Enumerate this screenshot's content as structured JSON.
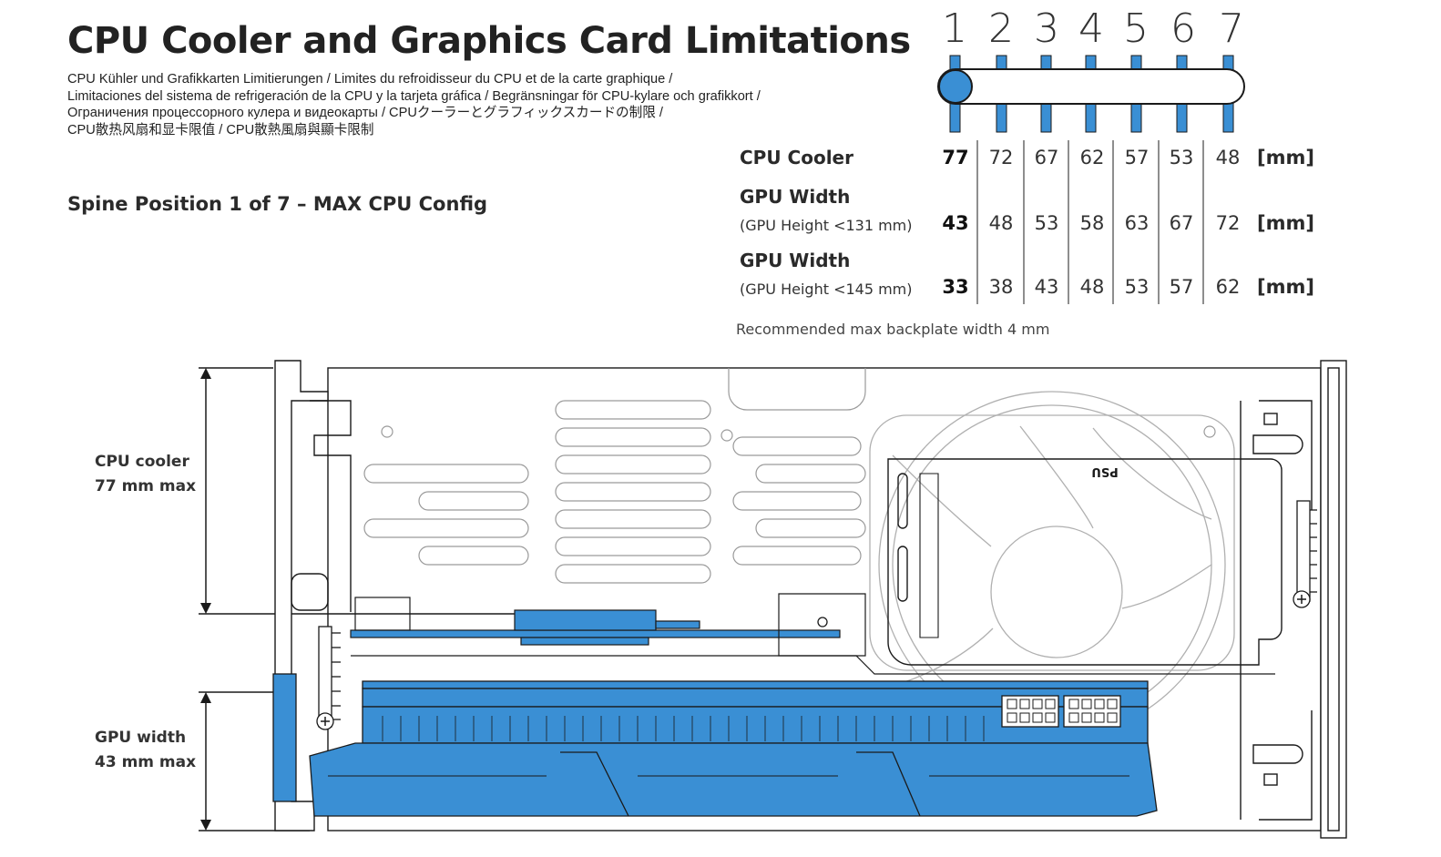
{
  "header": {
    "title": "CPU Cooler and Graphics Card Limitations",
    "subtitle_lines": [
      "CPU Kühler und Grafikkarten Limitierungen / Limites du refroidisseur du CPU et de la carte graphique /",
      "Limitaciones del sistema de refrigeración de la CPU y la tarjeta gráfica / Begränsningar för CPU-kylare och grafikkort /",
      "Ограничения процессорного кулера и видеокарты / CPUクーラーとグラフィックスカードの制限 /",
      "CPU散热风扇和显卡限值 / CPU散熱風扇與顯卡限制"
    ],
    "spine_position": "Spine Position 1 of 7 – MAX CPU Config"
  },
  "slider": {
    "positions": [
      "1",
      "2",
      "3",
      "4",
      "5",
      "6",
      "7"
    ],
    "selected_index": 0,
    "accent_color": "#3a8fd4"
  },
  "table": {
    "unit": "[mm]",
    "rows": [
      {
        "label": "CPU Cooler",
        "sublabel": "",
        "values": [
          "77",
          "72",
          "67",
          "62",
          "57",
          "53",
          "48"
        ]
      },
      {
        "label": "GPU Width",
        "sublabel": "(GPU Height <131 mm)",
        "values": [
          "43",
          "48",
          "53",
          "58",
          "63",
          "67",
          "72"
        ]
      },
      {
        "label": "GPU Width",
        "sublabel": "(GPU Height <145 mm)",
        "values": [
          "33",
          "38",
          "43",
          "48",
          "53",
          "57",
          "62"
        ]
      }
    ],
    "note": "Recommended max backplate width 4 mm"
  },
  "diagram": {
    "cpu_label_line1": "CPU cooler",
    "cpu_label_line2": "77 mm max",
    "gpu_label_line1": "GPU width",
    "gpu_label_line2": "43 mm max",
    "psu_label": "PSU",
    "spine_scale_labels": [
      "1",
      "2",
      "3",
      "4",
      "5",
      "6",
      "7"
    ],
    "component_color": "#3a8fd4"
  }
}
